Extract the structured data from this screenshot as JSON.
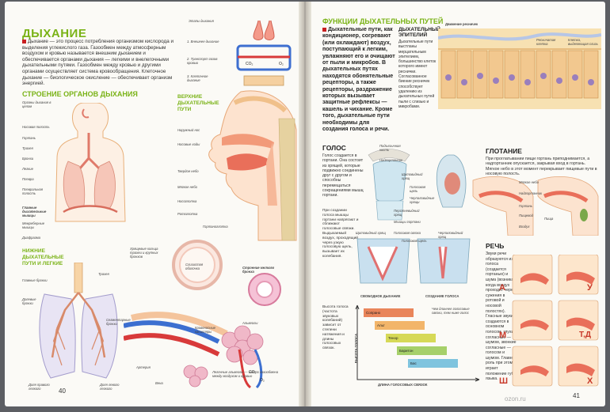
{
  "left_page": {
    "title": "ДЫХАНИЕ",
    "intro": "Дыхание — это процесс потребления организмом кислорода и выделения углекислого газа. Газообмен между атмосферным воздухом и кровью называется внешним дыханием и обеспечивается органами дыхания — легкими и внелегочными дыхательными путями. Газообмен между кровью и другими органами осуществляет система кровообращения. Клеточное дыхание — биологическое окисление — обеспечивает организм энергией.",
    "section_organs": "СТРОЕНИЕ ОРГАНОВ ДЫХАНИЯ",
    "section_upper": "ВЕРХНИЕ ДЫХАТЕЛЬНЫЕ ПУТИ",
    "section_lower": "НИЖНИЕ ДЫХАТЕЛЬНЫЕ ПУТИ И ЛЕГКИЕ",
    "bronch_title": "Строение мелкого бронха",
    "stages_title": "Этапы дыхания",
    "stage_labels": [
      "1. Внешнее дыхание",
      "2. Транспорт газов кровью",
      "3. Клеточное дыхание"
    ],
    "body_labels": [
      "Органы дыхания в целом",
      "Носовая полость",
      "Гортань",
      "Трахея",
      "Бронхи",
      "Легкие",
      "Плевра",
      "Плевральная полость",
      "Главные дыхательные мышцы",
      "Межреберные мышцы",
      "Диафрагма"
    ],
    "head_labels": [
      "Наружный нос",
      "Носовые ходы",
      "Твердое небо",
      "Мягкое небо",
      "Носоглотка",
      "Ротоглотка",
      "Гортаноглотка"
    ],
    "lung_labels": [
      "Главные бронхи",
      "Трахея",
      "Долевые бронхи",
      "Сегментарные бронхи",
      "Доля правого легкого",
      "Доля левого легкого"
    ],
    "alveoli_labels": [
      "Хрящевые кольца трахеи и крупных бронхов",
      "Слизистая оболочка",
      "Кровеносные капилляры",
      "Артерия",
      "Вена",
      "Альвеолы"
    ],
    "caption_alveoli": "Легочные альвеолы — место газообмена между воздухом и кровью",
    "page_number": "40"
  },
  "right_page": {
    "functions_title": "ФУНКЦИИ ДЫХАТЕЛЬНЫХ ПУТЕЙ",
    "functions_text": "Дыхательные пути, как кондиционер, согревают (или охлаждают) воздух, поступающий к легким, увлажняют его и очищают от пыли и микробов. В дыхательных путях находятся обонятельные рецепторы, а также рецепторы, раздражение которых вызывает защитные рефлексы — кашель и чихание. Кроме того, дыхательные пути необходимы для создания голоса и речи.",
    "epithelium_title": "ДЫХАТЕЛЬНЫЙ ЭПИТЕЛИЙ",
    "epithelium_text": "Дыхательные пути выстланы мерцательным эпителием, большинство клеток которого имеют реснички. Согласованное биение ресничек способствует удалению из дыхательных путей пыли с слизью и микробами.",
    "cilia_label": "Движение ресничек",
    "epithelium_labels": [
      "Ресничатая клетка",
      "Клетка, выделяющая слизь"
    ],
    "voice_title": "ГОЛОС",
    "voice_text": "Голос создается в гортани. Она состоит из хрящей, которые подвижно соединены друг с другом и способны перемещаться сокращениями мышц гортани.",
    "voice_text2": "При создании голоса мышцы гортани напрягают и сближают голосовые связки. Выдыхаемый воздух, проходящий через узкую голосовую щель, вызывает их колебания.",
    "voice_text3": "Высота голоса (частота звуковых колебаний) зависит от степени натяжения и длины голосовых связок.",
    "larynx_labels": [
      "Подъязычная кость",
      "Надгортанник",
      "Щитовидный хрящ",
      "Голосовая щель",
      "Черпаловидные хрящи",
      "Перстневидный хрящ",
      "Мышцы гортани"
    ],
    "glottis_labels": [
      "Щитовидный хрящ",
      "Голосовая связка",
      "Черпаловидный хрящ",
      "Голосовая щель"
    ],
    "glottis_captions": [
      "СВОБОДНОЕ ДЫХАНИЕ",
      "СОЗДАНИЕ ГОЛОСА"
    ],
    "chart_note": "Чем длиннее голосовые связки, тем ниже голос",
    "y_axis": "ВЫСОТА ГОЛОСА",
    "x_axis": "ДЛИНА ГОЛОСОВЫХ СВЯЗОК",
    "swallow_title": "ГЛОТАНИЕ",
    "swallow_text": "При проглатывании пищи гортань приподнимается, а надгортанник опускается, закрывая вход в гортань. Мягкое небо в этот момент перекрывает пищевые пути в носовую полость.",
    "swallow_labels": [
      "Мягкое небо",
      "Надгортанник",
      "Гортань",
      "Пищевод",
      "Воздух",
      "Пища"
    ],
    "speech_title": "РЕЧЬ",
    "speech_text": "Звуки речи образуются из голоса (создается гортанью) и шума (возникает, когда воздух проходит через сужения в ротовой и носовой полостях). Гласные звуки создаются в основном голосом, глухие согласные — шумом, звонкие согласные — голосом и шумом. Главную роль при этом играет положение губ и языка.",
    "letters": [
      "А",
      "У",
      "М",
      "Т,Д",
      "Ш",
      "Х"
    ],
    "page_number": "41",
    "watermark": "ozon.ru"
  },
  "chart_data": {
    "type": "bar",
    "categories": [
      "Сопрано",
      "Альт",
      "Тенор",
      "Баритон",
      "Бас"
    ],
    "values": [
      5,
      4,
      3,
      2,
      1
    ],
    "xlabel": "ДЛИНА ГОЛОСОВЫХ СВЯЗОК",
    "ylabel": "ВЫСОТА ГОЛОСА",
    "colors": [
      "#e9855a",
      "#f2b56a",
      "#d6d957",
      "#a6d06a",
      "#7fc4de"
    ]
  }
}
